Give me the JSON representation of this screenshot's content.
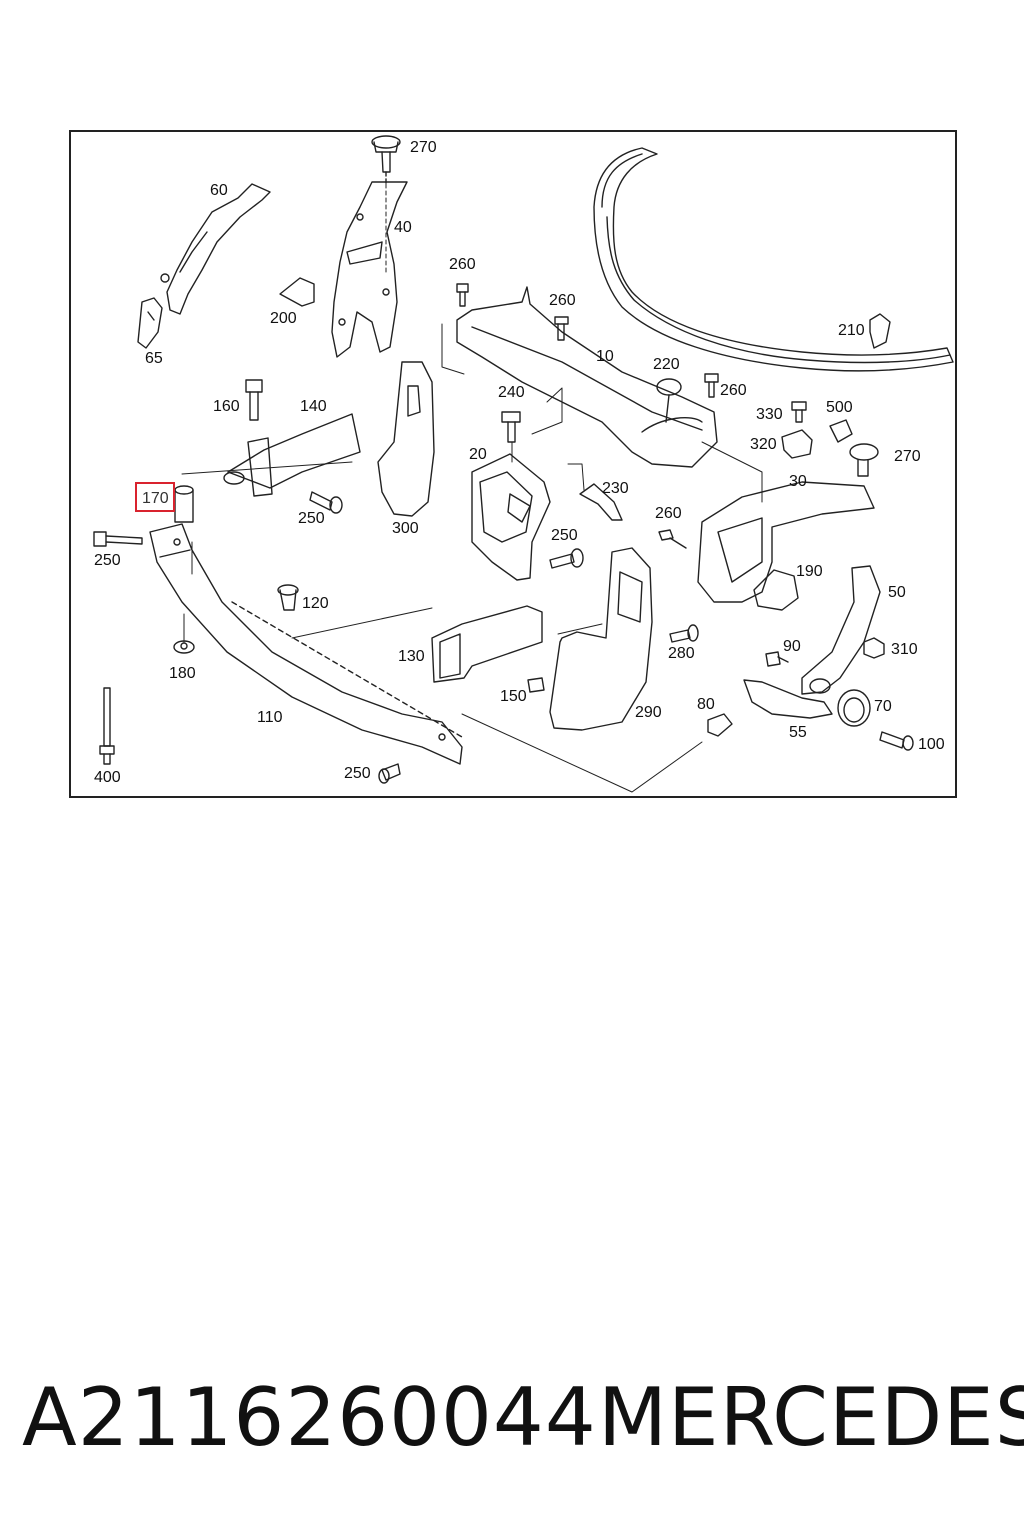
{
  "callouts": {
    "c270a": "270",
    "c60": "60",
    "c40": "40",
    "c260a": "260",
    "c260b": "260",
    "c200": "200",
    "c65": "65",
    "c10": "10",
    "c210": "210",
    "c220": "220",
    "c260c": "260",
    "c240": "240",
    "c160": "160",
    "c140": "140",
    "c330": "330",
    "c500": "500",
    "c320": "320",
    "c270b": "270",
    "c20": "20",
    "c230": "230",
    "c30": "30",
    "c170": "170",
    "c250a": "250",
    "c300": "300",
    "c260d": "260",
    "c250b": "250",
    "c250c": "250",
    "c190": "190",
    "c120": "120",
    "c50": "50",
    "c180": "180",
    "c130": "130",
    "c280": "280",
    "c90": "90",
    "c310": "310",
    "c150": "150",
    "c80": "80",
    "c70": "70",
    "c110": "110",
    "c290": "290",
    "c55": "55",
    "c100": "100",
    "c400": "400",
    "c250d": "250"
  },
  "highlighted_callout": "170",
  "footer": {
    "part_number": "A2116260044",
    "brand": "MERCEDES"
  },
  "colors": {
    "highlight_border": "#d9232e",
    "line": "#222222"
  }
}
